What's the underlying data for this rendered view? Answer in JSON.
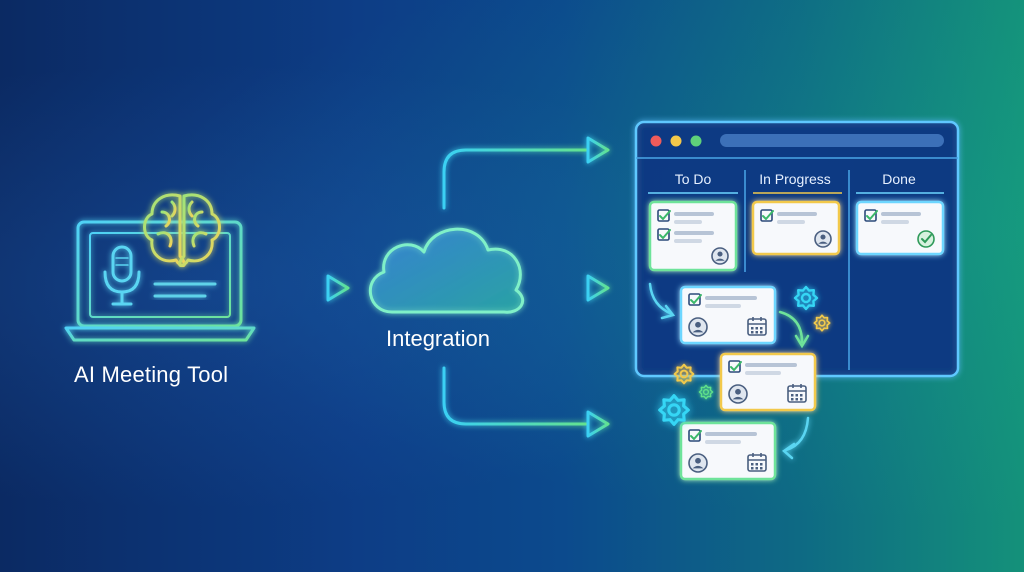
{
  "nodes": {
    "source_label": "AI Meeting Tool",
    "hub_label": "Integration"
  },
  "board": {
    "columns": [
      "To Do",
      "In Progress",
      "Done"
    ]
  },
  "colors": {
    "cyan": "#36d6f5",
    "green": "#5fe08a",
    "yellow": "#f2c94c",
    "window_bg": "#0e3a86",
    "card_bg": "#f7f9fc"
  },
  "icons": [
    "laptop-icon",
    "microphone-icon",
    "brain-icon",
    "cloud-icon",
    "gear-icon",
    "calendar-icon",
    "avatar-icon",
    "checkbox-icon",
    "check-circle-icon"
  ]
}
